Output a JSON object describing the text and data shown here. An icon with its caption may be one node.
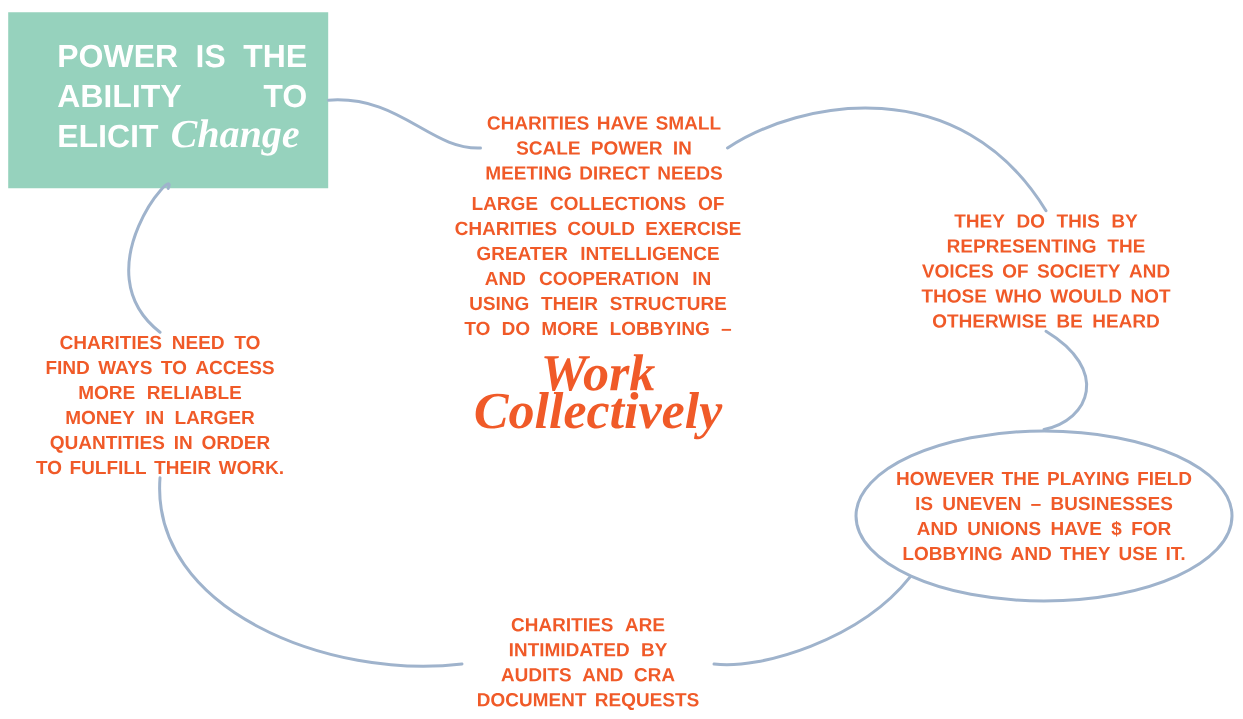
{
  "diagram": {
    "nodes": [
      {
        "text": [
          "POWER IS THE ABILITY TO ELICIT",
          "Change"
        ]
      },
      {
        "text": [
          "CHARITIES HAVE SMALL SCALE POWER IN MEETING DIRECT NEEDS"
        ]
      },
      {
        "text": [
          "THEY DO THIS BY REPRESENTING THE VOICES OF SOCIETY AND THOSE WHO WOULD NOT OTHERWISE BE HEARD"
        ]
      },
      {
        "text": [
          "HOWEVER THE PLAYING FIELD IS UNEVEN – BUSINESSES AND UNIONS HAVE $ FOR LOBBYING AND THEY USE IT."
        ]
      },
      {
        "text": [
          "CHARITIES ARE INTIMIDATED BY AUDITS AND CRA DOCUMENT REQUESTS"
        ]
      },
      {
        "text": [
          "CHARITIES NEED TO FIND WAYS TO ACCESS MORE RELIABLE MONEY IN LARGER QUANTITIES IN ORDER TO FULFILL THEIR WORK."
        ]
      },
      {
        "text": [
          "LARGE COLLECTIONS OF CHARITIES COULD EXERCISE GREATER INTELLIGENCE AND COOPERATION IN USING THEIR STRUCTURE TO DO MORE LOBBYING –",
          "Work Collectively"
        ]
      }
    ],
    "edges": [
      {
        "from": 0,
        "to": 1,
        "arrow": "none"
      },
      {
        "from": 1,
        "to": 2,
        "arrow": "none"
      },
      {
        "from": 2,
        "to": 3,
        "arrow": "none"
      },
      {
        "from": 3,
        "to": 4,
        "arrow": "none"
      },
      {
        "from": 4,
        "to": 5,
        "arrow": "none"
      },
      {
        "from": 5,
        "to": 0,
        "arrow": "none"
      }
    ]
  }
}
